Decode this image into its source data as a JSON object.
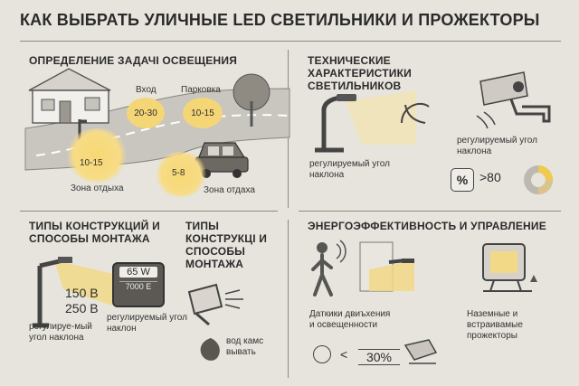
{
  "title": "КАК ВЫБРАТЬ УЛИЧНЫЕ LED СВЕТИЛЬНИКИ И ПРОЖЕКТОРЫ",
  "s1": {
    "heading": "ОПРЕДЕЛЕНИЕ ЗАДАЧI ОСВЕЩЕНИЯ",
    "entrance_label": "Вход",
    "entrance_value": "20-30",
    "parking_label": "Парковка",
    "parking_value": "10-15",
    "rest_value_left": "10-15",
    "rest_label_left": "Зона отдыха",
    "rest_value_right": "5-8",
    "rest_label_right": "Зона отдаха"
  },
  "s2": {
    "heading": "ТЕХНИЧЕСКИЕ ХАРАКТЕРИСТИКИ СВЕТИЛЬНИКОВ",
    "angle_label_left": "регулируемый угол наклона",
    "angle_label_right": "регулируемый угол наклона",
    "cri_value": ">80",
    "percent_icon": "%"
  },
  "s3": {
    "heading": "ТИПЫ КОНСТРУКЦИЙ И СПОСОБЫ МОНТАЖА",
    "voltage_1": "150 В",
    "voltage_2": "250 В",
    "angle_label_left": "регулируе-мый угол наклона",
    "power": "65 W",
    "color_temp": "7000 E",
    "angle_label_right": "регулируемый угол наклон"
  },
  "s4": {
    "heading": "ТИПЫ КОНСТРУКЦI И СПОСОБЫ МОНТАЖА",
    "caption": "вод камс вывать"
  },
  "s5": {
    "heading": "ЭНЕРГОЭФФЕКТИВНОСТЬ И УПРАВЛЕНИЕ",
    "sensors_label": "Даткики двиъхения и освещенности",
    "less_sign": "<",
    "saving": "30%",
    "ground_label": "Наземные и встраивамые прожекторы"
  }
}
